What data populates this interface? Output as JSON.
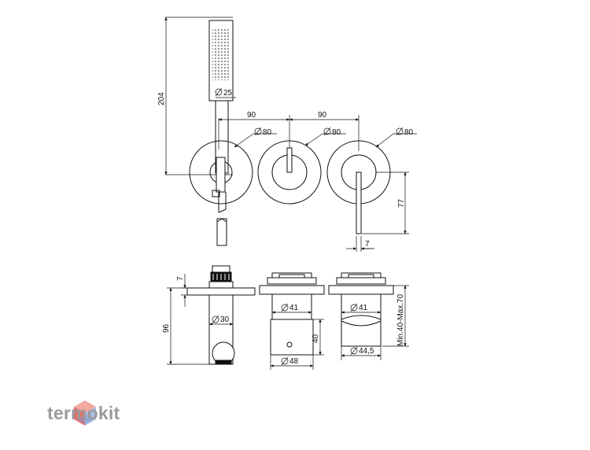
{
  "drawing": {
    "top_view": {
      "handshower_height": "204",
      "handle_diameter": "25",
      "spacing_left": "90",
      "spacing_right": "90",
      "plate_diameter_left": "80",
      "plate_diameter_middle": "80",
      "plate_diameter_right": "80",
      "lever_length": "77",
      "lever_width": "7"
    },
    "side_view": {
      "outlet_thickness": "7",
      "outlet_depth": "96",
      "outlet_diameter": "30",
      "body_diameter_middle": "41",
      "knob_diameter": "48",
      "knob_height": "40",
      "body_diameter_right": "41",
      "lever_diameter": "44,5",
      "wall_depth": "Min.40-Max.70"
    }
  },
  "brand": {
    "name": "termokit",
    "colors": {
      "hex_top": "#f1a9a0",
      "hex_left": "#e56f6b",
      "hex_right": "#a9bde3",
      "hex_bottom": "#7e99d6",
      "text": "#9a9a9a"
    }
  }
}
